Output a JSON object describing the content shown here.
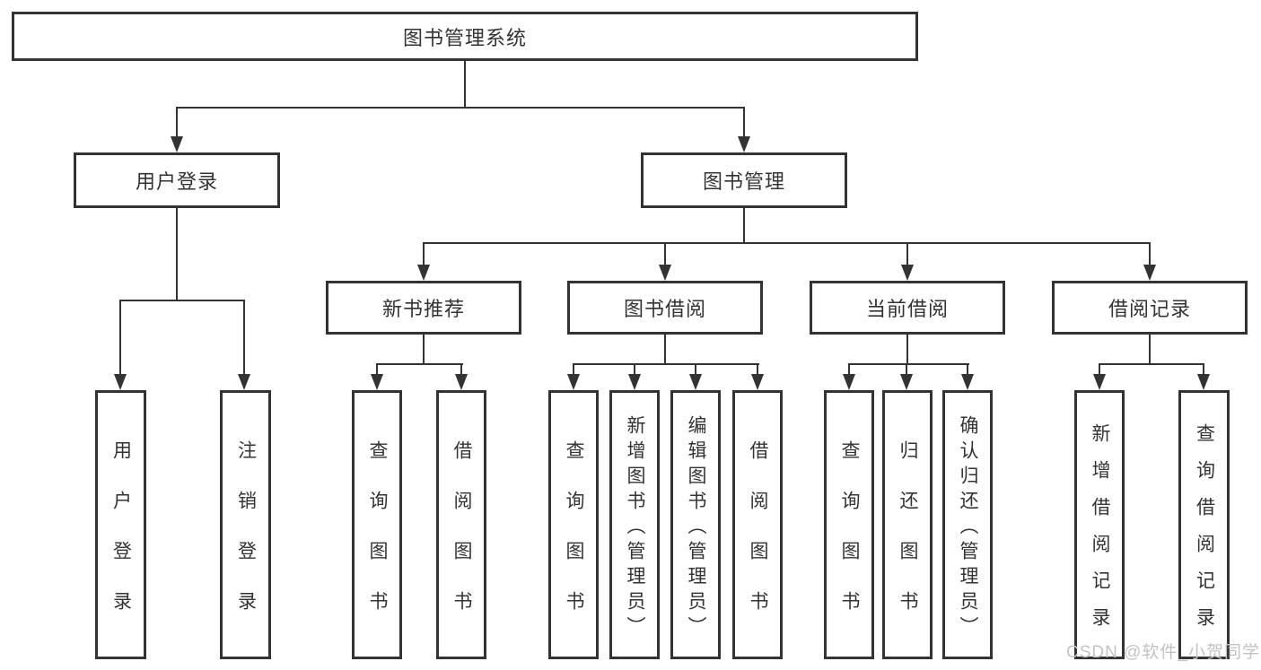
{
  "tree": {
    "root": {
      "label": "图书管理系统"
    },
    "branches": [
      {
        "label": "用户登录",
        "leaves": [
          {
            "label": "用户登录"
          },
          {
            "label": "注销登录"
          }
        ]
      },
      {
        "label": "图书管理",
        "sections": [
          {
            "label": "新书推荐",
            "leaves": [
              {
                "label": "查询图书"
              },
              {
                "label": "借阅图书"
              }
            ]
          },
          {
            "label": "图书借阅",
            "leaves": [
              {
                "label": "查询图书"
              },
              {
                "label": "新增图书（管理员）"
              },
              {
                "label": "编辑图书（管理员）"
              },
              {
                "label": "借阅图书"
              }
            ]
          },
          {
            "label": "当前借阅",
            "leaves": [
              {
                "label": "查询图书"
              },
              {
                "label": "归还图书"
              },
              {
                "label": "确认归还（管理员）"
              }
            ]
          },
          {
            "label": "借阅记录",
            "leaves": [
              {
                "label": "新增借阅记录"
              },
              {
                "label": "查询借阅记录"
              }
            ]
          }
        ]
      }
    ]
  },
  "watermark": {
    "text": "CSDN @软件_小贺同学"
  },
  "colors": {
    "line": "#333333",
    "box_background": "#ffffff",
    "text": "#333333",
    "watermark": "#c3c3c3"
  }
}
